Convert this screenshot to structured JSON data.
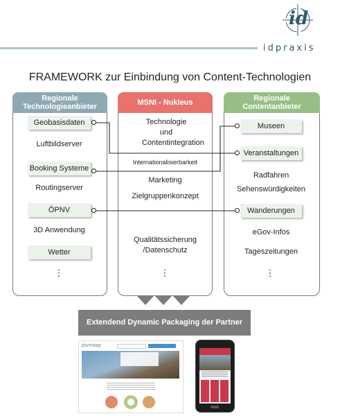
{
  "brand": {
    "name": "idpraxis",
    "logo_letters": "id"
  },
  "title": "FRAMEWORK zur Einbindung von Content-Technologien",
  "columns": {
    "left": {
      "header": "Regionale Technologieanbieter",
      "items": [
        "Geobasisdaten",
        "Luftbildserver",
        "Booking Systeme",
        "Routingserver",
        "ÖPNV",
        "3D Anwendung",
        "Wetter",
        "⋮"
      ]
    },
    "center": {
      "header": "MSNI - Nukleus",
      "items": [
        "Technologie und Contentintegration",
        "Internationalisierbarkeit",
        "Marketing",
        "Zielgruppenkonzept",
        "Qualitätssicherung /Datenschutz",
        "⋮"
      ]
    },
    "right": {
      "header": "Regionale Contentanbieter",
      "items": [
        "Museen",
        "Veranstaltungen",
        "Radfahren",
        "Sehenswürdigkeiten",
        "Wanderungen",
        "eGov-Infos",
        "Tageszeitungen",
        "⋮"
      ]
    }
  },
  "footer_bar": "Extendend Dynamic Packaging der Partner",
  "website": {
    "logo": "journway"
  },
  "colors": {
    "left_header": "#8fa9b3",
    "center_header": "#e8736c",
    "right_header": "#98be86",
    "bar": "#7d7d7d",
    "highlight": "#ebf3ea"
  }
}
